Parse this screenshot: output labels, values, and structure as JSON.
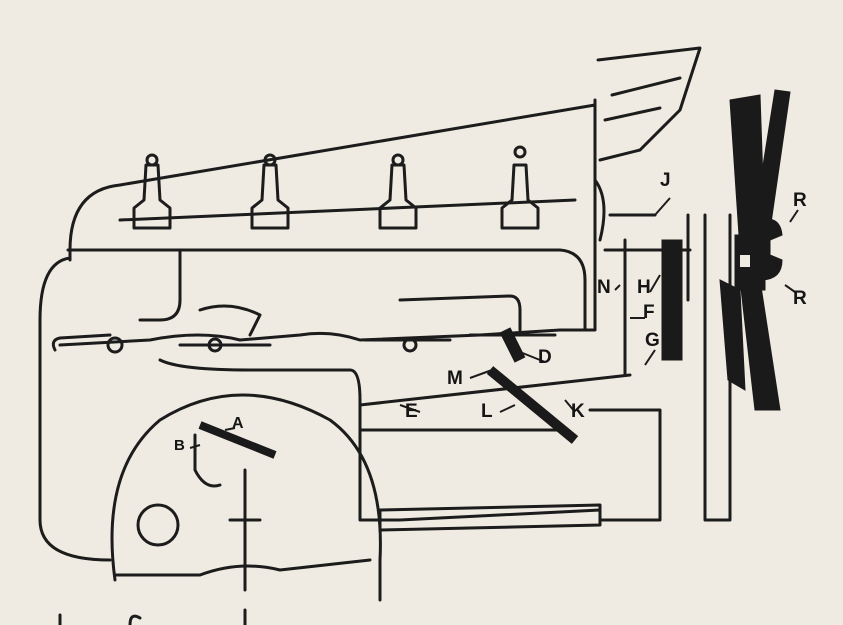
{
  "diagram": {
    "labels": {
      "J": "J",
      "R_top": "R",
      "R_bottom": "R",
      "N": "N",
      "H": "H",
      "F": "F",
      "G": "G",
      "D": "D",
      "M": "M",
      "E": "E",
      "L": "L",
      "K": "K",
      "A": "A",
      "B": "B"
    },
    "colors": {
      "paper": "#f0ebe2",
      "ink": "#1c1c1c"
    }
  }
}
